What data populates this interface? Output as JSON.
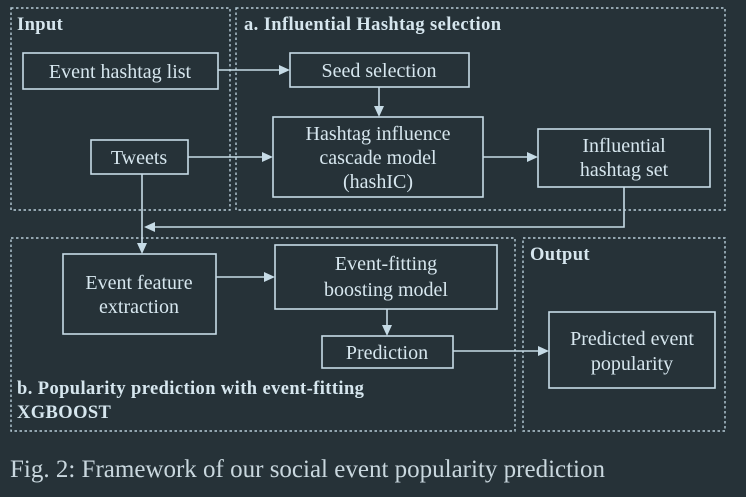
{
  "regions": {
    "input": "Input",
    "selection": "a. Influential Hashtag selection",
    "prediction_line1": "b. Popularity prediction with event-fitting",
    "prediction_line2": "XGBOOST",
    "output": "Output"
  },
  "nodes": {
    "event_hashtag_list": "Event hashtag list",
    "seed_selection": "Seed selection",
    "tweets": "Tweets",
    "hashic_line1": "Hashtag influence",
    "hashic_line2": "cascade model",
    "hashic_line3": "(hashIC)",
    "influential_line1": "Influential",
    "influential_line2": "hashtag set",
    "feature_line1": "Event feature",
    "feature_line2": "extraction",
    "boosting_line1": "Event-fitting",
    "boosting_line2": "boosting model",
    "prediction": "Prediction",
    "popularity_line1": "Predicted event",
    "popularity_line2": "popularity"
  },
  "caption": "Fig. 2: Framework of our social event popularity prediction"
}
